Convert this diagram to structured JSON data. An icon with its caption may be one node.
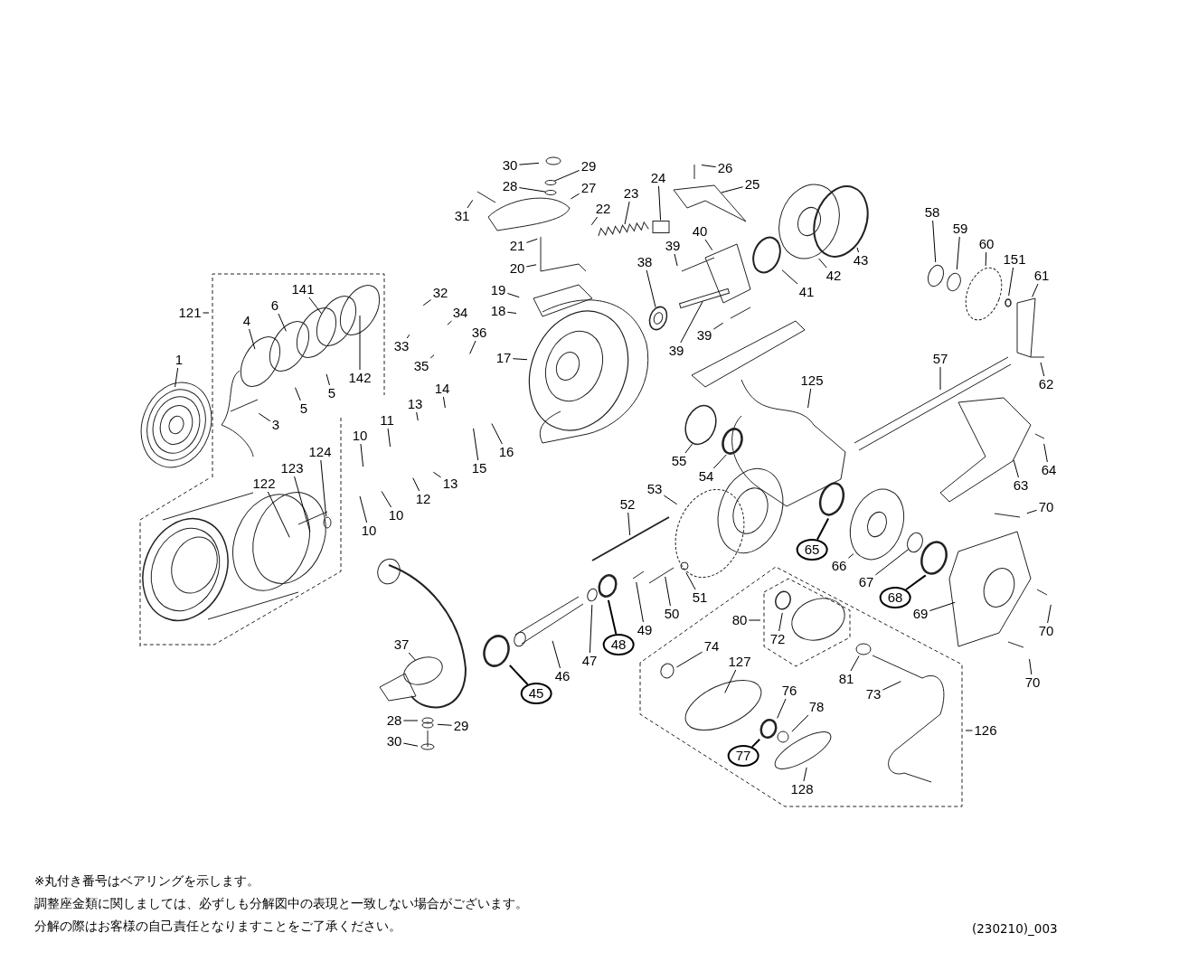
{
  "diagram": {
    "nodes": [
      {
        "text": [
          "1"
        ]
      },
      {
        "text": [
          "121"
        ]
      },
      {
        "text": [
          "4"
        ]
      },
      {
        "text": [
          "6"
        ]
      },
      {
        "text": [
          "141"
        ]
      },
      {
        "text": [
          "142"
        ]
      },
      {
        "text": [
          "5"
        ]
      },
      {
        "text": [
          "5"
        ]
      },
      {
        "text": [
          "3"
        ]
      },
      {
        "text": [
          "32"
        ]
      },
      {
        "text": [
          "34"
        ]
      },
      {
        "text": [
          "33"
        ]
      },
      {
        "text": [
          "35"
        ]
      },
      {
        "text": [
          "36"
        ]
      },
      {
        "text": [
          "17"
        ]
      },
      {
        "text": [
          "19"
        ]
      },
      {
        "text": [
          "18"
        ]
      },
      {
        "text": [
          "20"
        ]
      },
      {
        "text": [
          "21"
        ]
      },
      {
        "text": [
          "22"
        ]
      },
      {
        "text": [
          "23"
        ]
      },
      {
        "text": [
          "24"
        ]
      },
      {
        "text": [
          "25"
        ]
      },
      {
        "text": [
          "26"
        ]
      },
      {
        "text": [
          "27"
        ]
      },
      {
        "text": [
          "28"
        ]
      },
      {
        "text": [
          "29"
        ]
      },
      {
        "text": [
          "30"
        ]
      },
      {
        "text": [
          "31"
        ]
      },
      {
        "text": [
          "38"
        ]
      },
      {
        "text": [
          "39"
        ]
      },
      {
        "text": [
          "39"
        ]
      },
      {
        "text": [
          "39"
        ]
      },
      {
        "text": [
          "40"
        ]
      },
      {
        "text": [
          "41"
        ]
      },
      {
        "text": [
          "42"
        ]
      },
      {
        "text": [
          "43"
        ]
      },
      {
        "text": [
          "58"
        ]
      },
      {
        "text": [
          "59"
        ]
      },
      {
        "text": [
          "60"
        ]
      },
      {
        "text": [
          "151"
        ]
      },
      {
        "text": [
          "61"
        ]
      },
      {
        "text": [
          "62"
        ]
      },
      {
        "text": [
          "57"
        ]
      },
      {
        "text": [
          "125"
        ]
      },
      {
        "text": [
          "63"
        ]
      },
      {
        "text": [
          "64"
        ]
      },
      {
        "text": [
          "14"
        ]
      },
      {
        "text": [
          "13"
        ]
      },
      {
        "text": [
          "13"
        ]
      },
      {
        "text": [
          "15"
        ]
      },
      {
        "text": [
          "16"
        ]
      },
      {
        "text": [
          "11"
        ]
      },
      {
        "text": [
          "10"
        ]
      },
      {
        "text": [
          "10"
        ]
      },
      {
        "text": [
          "10"
        ]
      },
      {
        "text": [
          "12"
        ]
      },
      {
        "text": [
          "124"
        ]
      },
      {
        "text": [
          "123"
        ]
      },
      {
        "text": [
          "122"
        ]
      },
      {
        "text": [
          "37"
        ]
      },
      {
        "text": [
          "28"
        ]
      },
      {
        "text": [
          "29"
        ]
      },
      {
        "text": [
          "30"
        ]
      },
      {
        "text": [
          "45"
        ]
      },
      {
        "text": [
          "46"
        ]
      },
      {
        "text": [
          "47"
        ]
      },
      {
        "text": [
          "48"
        ]
      },
      {
        "text": [
          "49"
        ]
      },
      {
        "text": [
          "50"
        ]
      },
      {
        "text": [
          "51"
        ]
      },
      {
        "text": [
          "52"
        ]
      },
      {
        "text": [
          "53"
        ]
      },
      {
        "text": [
          "54"
        ]
      },
      {
        "text": [
          "55"
        ]
      },
      {
        "text": [
          "65"
        ]
      },
      {
        "text": [
          "66"
        ]
      },
      {
        "text": [
          "67"
        ]
      },
      {
        "text": [
          "68"
        ]
      },
      {
        "text": [
          "69"
        ]
      },
      {
        "text": [
          "70"
        ]
      },
      {
        "text": [
          "70"
        ]
      },
      {
        "text": [
          "70"
        ]
      },
      {
        "text": [
          "72"
        ]
      },
      {
        "text": [
          "80"
        ]
      },
      {
        "text": [
          "74"
        ]
      },
      {
        "text": [
          "127"
        ]
      },
      {
        "text": [
          "76"
        ]
      },
      {
        "text": [
          "77"
        ]
      },
      {
        "text": [
          "78"
        ]
      },
      {
        "text": [
          "128"
        ]
      },
      {
        "text": [
          "81"
        ]
      },
      {
        "text": [
          "73"
        ]
      },
      {
        "text": [
          "126"
        ]
      },
      {
        "text": [],
        "shape": "picture"
      },
      {
        "text": [],
        "shape": "box"
      },
      {
        "text": [],
        "shape": "circle"
      },
      {
        "text": [],
        "shape": "cylinder"
      },
      {
        "text": [],
        "shape": "bar"
      },
      {
        "text": [],
        "shape": "circle"
      }
    ],
    "edges": [
      {
        "from": 0,
        "to": null,
        "arrow": "none"
      },
      {
        "from": 1,
        "to": null,
        "arrow": "none"
      },
      {
        "from": 2,
        "to": null,
        "arrow": "none"
      },
      {
        "from": 3,
        "to": null,
        "arrow": "none"
      },
      {
        "from": 4,
        "to": null,
        "arrow": "none"
      },
      {
        "from": 5,
        "to": null,
        "arrow": "none"
      },
      {
        "from": 6,
        "to": null,
        "arrow": "none"
      },
      {
        "from": 7,
        "to": null,
        "arrow": "none"
      },
      {
        "from": 8,
        "to": null,
        "arrow": "none"
      },
      {
        "from": 9,
        "to": null,
        "arrow": "none"
      },
      {
        "from": 10,
        "to": null,
        "arrow": "none"
      },
      {
        "from": 11,
        "to": null,
        "arrow": "none"
      },
      {
        "from": 12,
        "to": null,
        "arrow": "none"
      },
      {
        "from": 13,
        "to": null,
        "arrow": "none"
      },
      {
        "from": 14,
        "to": null,
        "arrow": "none"
      },
      {
        "from": 15,
        "to": null,
        "arrow": "none"
      },
      {
        "from": 16,
        "to": null,
        "arrow": "none"
      },
      {
        "from": 17,
        "to": null,
        "arrow": "none"
      },
      {
        "from": 18,
        "to": null,
        "arrow": "none"
      },
      {
        "from": 19,
        "to": null,
        "arrow": "none"
      },
      {
        "from": 20,
        "to": 94,
        "arrow": "none"
      },
      {
        "from": 21,
        "to": 95,
        "arrow": "none"
      },
      {
        "from": 22,
        "to": null,
        "arrow": "none"
      },
      {
        "from": 23,
        "to": null,
        "arrow": "none"
      },
      {
        "from": 24,
        "to": null,
        "arrow": "none"
      },
      {
        "from": 25,
        "to": 99,
        "arrow": "none"
      },
      {
        "from": 26,
        "to": 96,
        "arrow": "none"
      },
      {
        "from": 27,
        "to": null,
        "arrow": "none"
      },
      {
        "from": 28,
        "to": null,
        "arrow": "none"
      },
      {
        "from": 29,
        "to": 97,
        "arrow": "none"
      },
      {
        "from": 30,
        "to": null,
        "arrow": "none"
      },
      {
        "from": 31,
        "to": 98,
        "arrow": "none"
      },
      {
        "from": 32,
        "to": null,
        "arrow": "none"
      },
      {
        "from": 33,
        "to": null,
        "arrow": "none"
      },
      {
        "from": 34,
        "to": null,
        "arrow": "none"
      },
      {
        "from": 35,
        "to": null,
        "arrow": "none"
      },
      {
        "from": 36,
        "to": null,
        "arrow": "none"
      },
      {
        "from": 37,
        "to": null,
        "arrow": "none"
      },
      {
        "from": 38,
        "to": null,
        "arrow": "none"
      },
      {
        "from": 39,
        "to": null,
        "arrow": "none"
      },
      {
        "from": 40,
        "to": null,
        "arrow": "none"
      },
      {
        "from": 41,
        "to": null,
        "arrow": "none"
      },
      {
        "from": 42,
        "to": null,
        "arrow": "none"
      },
      {
        "from": 43,
        "to": null,
        "arrow": "none"
      },
      {
        "from": 44,
        "to": null,
        "arrow": "none"
      },
      {
        "from": 45,
        "to": null,
        "arrow": "none"
      },
      {
        "from": 46,
        "to": null,
        "arrow": "none"
      },
      {
        "from": 47,
        "to": null,
        "arrow": "none"
      },
      {
        "from": 48,
        "to": null,
        "arrow": "none"
      },
      {
        "from": 49,
        "to": null,
        "arrow": "none"
      },
      {
        "from": 50,
        "to": null,
        "arrow": "none"
      },
      {
        "from": 51,
        "to": null,
        "arrow": "none"
      },
      {
        "from": 52,
        "to": null,
        "arrow": "none"
      },
      {
        "from": 53,
        "to": null,
        "arrow": "none"
      },
      {
        "from": 54,
        "to": null,
        "arrow": "none"
      },
      {
        "from": 55,
        "to": null,
        "arrow": "none"
      },
      {
        "from": 56,
        "to": null,
        "arrow": "none"
      },
      {
        "from": 57,
        "to": null,
        "arrow": "none"
      },
      {
        "from": 58,
        "to": null,
        "arrow": "none"
      },
      {
        "from": 59,
        "to": null,
        "arrow": "none"
      },
      {
        "from": 60,
        "to": null,
        "arrow": "none"
      },
      {
        "from": 61,
        "to": null,
        "arrow": "none"
      },
      {
        "from": 62,
        "to": null,
        "arrow": "none"
      },
      {
        "from": 63,
        "to": null,
        "arrow": "none"
      },
      {
        "from": 64,
        "to": null,
        "arrow": "none"
      },
      {
        "from": 65,
        "to": null,
        "arrow": "none"
      },
      {
        "from": 66,
        "to": null,
        "arrow": "none"
      },
      {
        "from": 67,
        "to": null,
        "arrow": "none"
      },
      {
        "from": 68,
        "to": null,
        "arrow": "none"
      },
      {
        "from": 69,
        "to": null,
        "arrow": "none"
      },
      {
        "from": 70,
        "to": null,
        "arrow": "none"
      },
      {
        "from": 71,
        "to": null,
        "arrow": "none"
      },
      {
        "from": 72,
        "to": null,
        "arrow": "none"
      },
      {
        "from": 73,
        "to": null,
        "arrow": "none"
      },
      {
        "from": 74,
        "to": null,
        "arrow": "none"
      },
      {
        "from": 75,
        "to": null,
        "arrow": "none"
      },
      {
        "from": 76,
        "to": null,
        "arrow": "none"
      },
      {
        "from": 77,
        "to": null,
        "arrow": "none"
      },
      {
        "from": 78,
        "to": null,
        "arrow": "none"
      },
      {
        "from": 79,
        "to": null,
        "arrow": "none"
      },
      {
        "from": 80,
        "to": null,
        "arrow": "none"
      },
      {
        "from": 81,
        "to": null,
        "arrow": "none"
      },
      {
        "from": 82,
        "to": null,
        "arrow": "none"
      },
      {
        "from": 83,
        "to": null,
        "arrow": "none"
      },
      {
        "from": 84,
        "to": null,
        "arrow": "none"
      },
      {
        "from": 85,
        "to": null,
        "arrow": "none"
      },
      {
        "from": 86,
        "to": null,
        "arrow": "none"
      },
      {
        "from": 87,
        "to": null,
        "arrow": "none"
      },
      {
        "from": 88,
        "to": null,
        "arrow": "none"
      },
      {
        "from": 89,
        "to": null,
        "arrow": "none"
      },
      {
        "from": 90,
        "to": null,
        "arrow": "none"
      },
      {
        "from": 91,
        "to": null,
        "arrow": "none"
      },
      {
        "from": 92,
        "to": null,
        "arrow": "none"
      },
      {
        "from": 93,
        "to": null,
        "arrow": "none"
      }
    ],
    "labels": [
      "※丸付き番号はベアリングを示します。",
      "調整座金類に関しましては、必ずしも分解図中の表現と一致しない場合がございます。",
      "分解の際はお客様の自己責任となりますことをご了承ください。",
      "(230210)_003"
    ]
  }
}
